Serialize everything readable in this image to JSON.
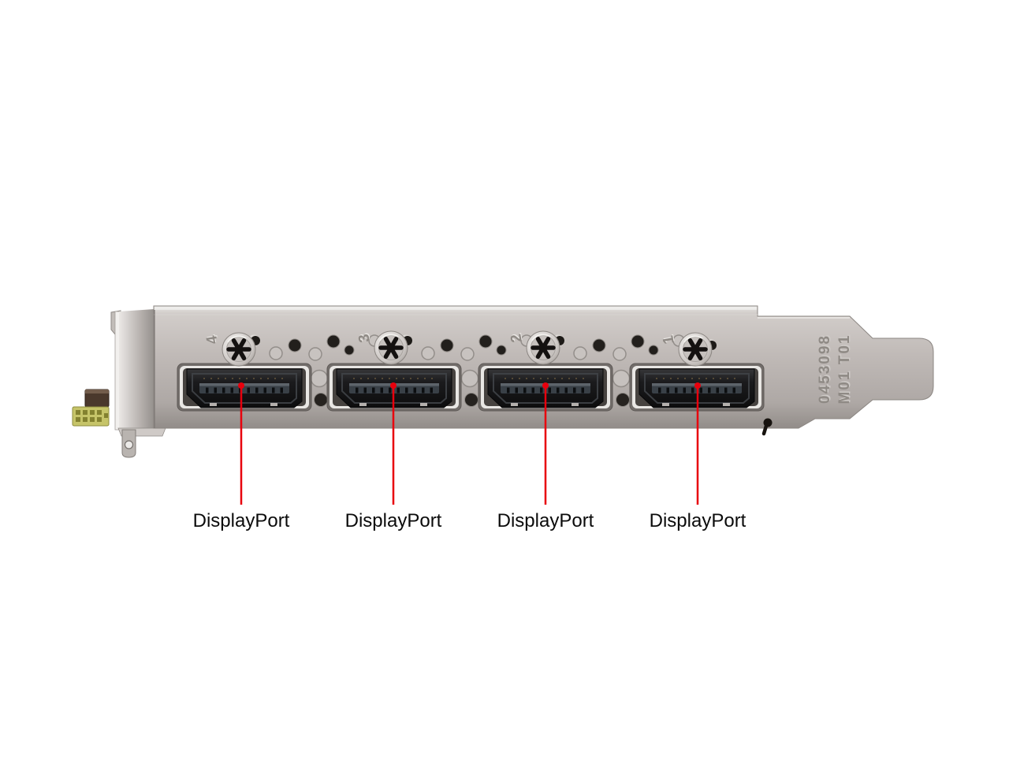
{
  "image": {
    "background_color": "#ffffff",
    "accent_red": "#e8000d",
    "bracket_color": "#beb8b5",
    "port_color": "#161617",
    "label_text_color": "#0b0b0b",
    "pcb_edge_color": "#c6c469"
  },
  "ports": [
    {
      "etched_number": "4",
      "callout_label": "DisplayPort"
    },
    {
      "etched_number": "3",
      "callout_label": "DisplayPort"
    },
    {
      "etched_number": "2",
      "callout_label": "DisplayPort"
    },
    {
      "etched_number": "1",
      "callout_label": "DisplayPort"
    }
  ],
  "stamp": {
    "line1": "0453098",
    "line2": "M01 T01"
  }
}
